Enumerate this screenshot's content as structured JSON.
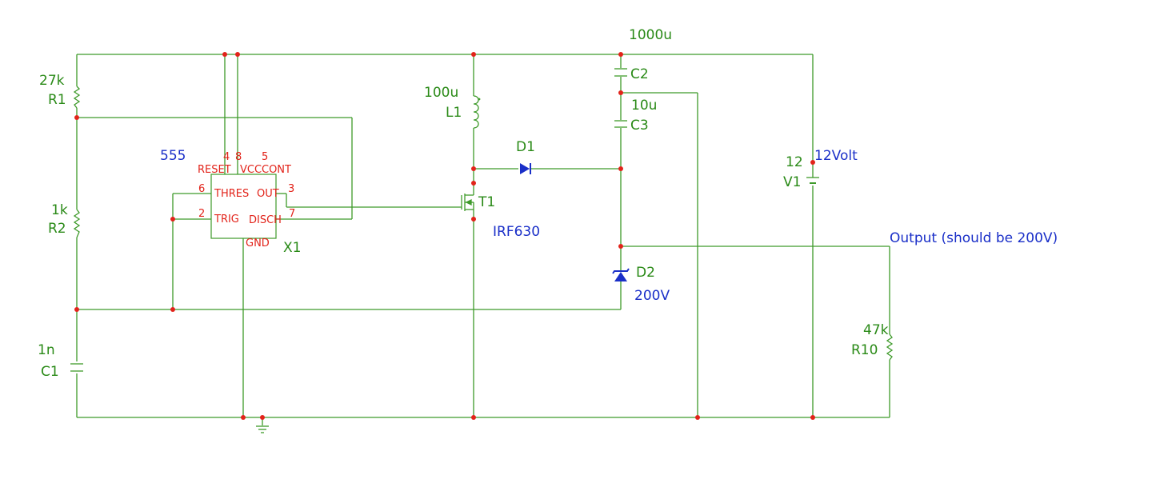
{
  "colors": {
    "wire": "#3e9a2a",
    "label_green": "#2a8a17",
    "label_blue": "#1a2fc8",
    "pin_red": "#e2231a",
    "node_red": "#e2231a",
    "background": "#ffffff"
  },
  "components": {
    "r1": {
      "value": "27k",
      "ref": "R1"
    },
    "r2": {
      "value": "1k",
      "ref": "R2"
    },
    "c1": {
      "value": "1n",
      "ref": "C1"
    },
    "ic": {
      "part": "555",
      "ref": "X1",
      "pin_numbers": [
        "4",
        "8",
        "5",
        "6",
        "3",
        "2",
        "7"
      ],
      "pin_names": {
        "reset": "RESET",
        "vcc": "VCC",
        "cont": "CONT",
        "thres": "THRES",
        "out": "OUT",
        "trig": "TRIG",
        "disch": "DISCH",
        "gnd": "GND"
      }
    },
    "l1": {
      "value": "100u",
      "ref": "L1"
    },
    "t1": {
      "ref": "T1",
      "part": "IRF630"
    },
    "d1": {
      "ref": "D1"
    },
    "c2": {
      "value": "1000u",
      "ref": "C2"
    },
    "c3": {
      "value": "10u",
      "ref": "C3"
    },
    "d2": {
      "ref": "D2",
      "value": "200V"
    },
    "v1": {
      "value": "12",
      "ref": "V1",
      "label": "12Volt"
    },
    "r10": {
      "value": "47k",
      "ref": "R10"
    }
  },
  "net_labels": {
    "output": "Output (should be 200V)"
  },
  "icons": [
    "resistor-icon",
    "capacitor-icon",
    "inductor-icon",
    "diode-icon",
    "zener-diode-icon",
    "mosfet-icon",
    "battery-icon",
    "ground-icon"
  ]
}
